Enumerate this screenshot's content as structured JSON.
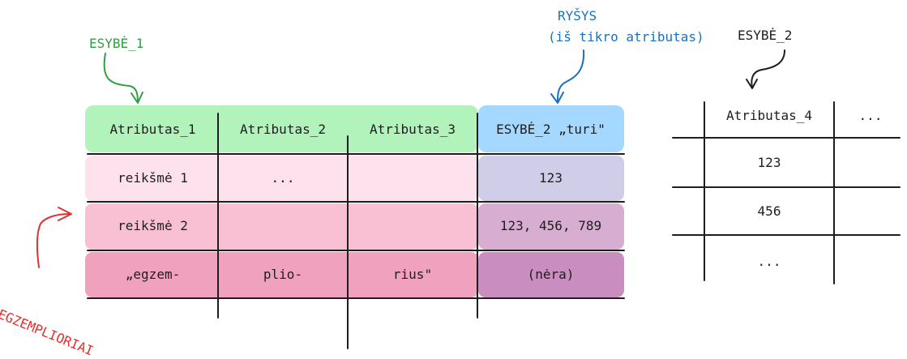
{
  "labels": {
    "entity1": "ESYBĖ_1",
    "relation_title": "RYŠYS",
    "relation_sub": "(iš tikro atributas)",
    "entity2": "ESYBĖ_2",
    "instances": "EGZEMPLIORIAI"
  },
  "table1": {
    "headers": [
      "Atributas_1",
      "Atributas_2",
      "Atributas_3",
      "ESYBĖ_2 „turi\""
    ],
    "rows": [
      [
        "reikšmė 1",
        "...",
        "",
        "123"
      ],
      [
        "reikšmė 2",
        "",
        "",
        "123, 456, 789"
      ],
      [
        "„egzem-",
        "plio-",
        "rius\"",
        "(nėra)"
      ]
    ]
  },
  "table2": {
    "headers": [
      "Atributas_4",
      "..."
    ],
    "rows": [
      [
        "123",
        ""
      ],
      [
        "456",
        ""
      ],
      [
        "...",
        ""
      ]
    ]
  },
  "colors": {
    "header_green": "#b2f2bb",
    "header_blue": "#a5d8ff",
    "row1": "#fde1ec",
    "row2": "#f9c0d4",
    "row3": "#f0a1bd",
    "relation_col_r1": "#d0cde8",
    "relation_col_r2": "#d7aed2",
    "relation_col_r3": "#c98dbf",
    "green_text": "#2f9e44",
    "blue_text": "#1971c2",
    "red_text": "#e03131"
  }
}
